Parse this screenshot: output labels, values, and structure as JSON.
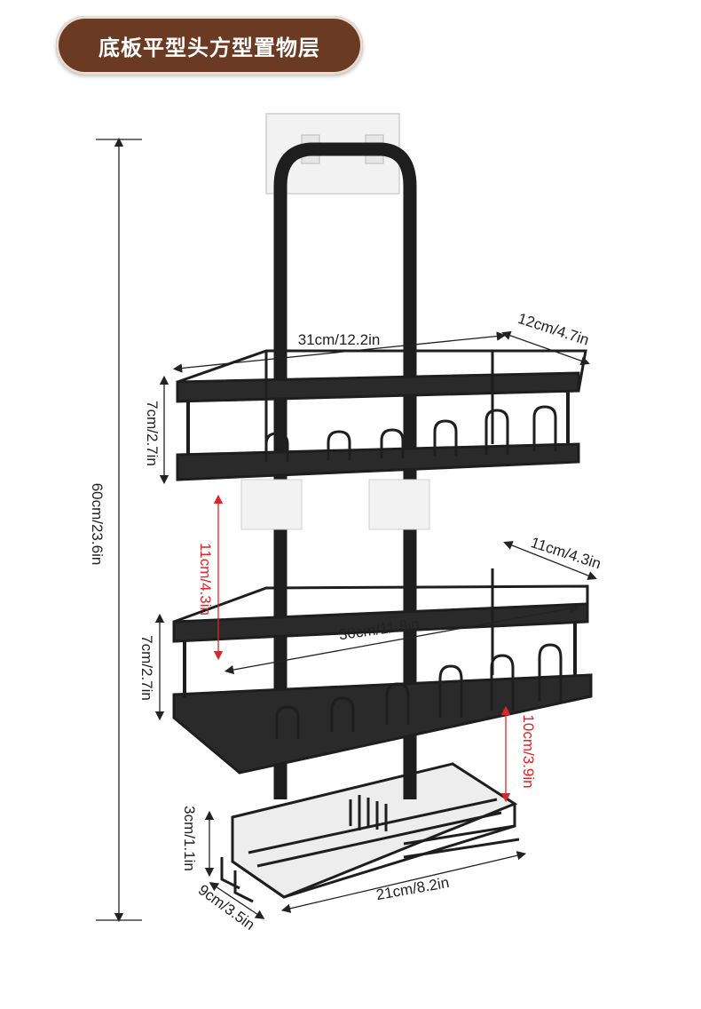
{
  "title": "底板平型头方型置物层",
  "colors": {
    "title_bg": "#6b3a22",
    "rack": "#1e1e1e",
    "dim_line": "#222222",
    "dim_red": "#e0242a"
  },
  "dimensions": {
    "total_height": "60cm/23.6in",
    "top_width": "31cm/12.2in",
    "top_depth": "12cm/4.7in",
    "top_height": "7cm/2.7in",
    "gap_upper": "11cm/4.3in",
    "mid_width": "30cm/11.8in",
    "mid_depth": "11cm/4.3in",
    "mid_height": "7cm/2.7in",
    "gap_lower": "10cm/3.9in",
    "bottom_height": "3cm/1.1in",
    "bottom_width": "21cm/8.2in",
    "bottom_depth": "9cm/3.5in"
  }
}
